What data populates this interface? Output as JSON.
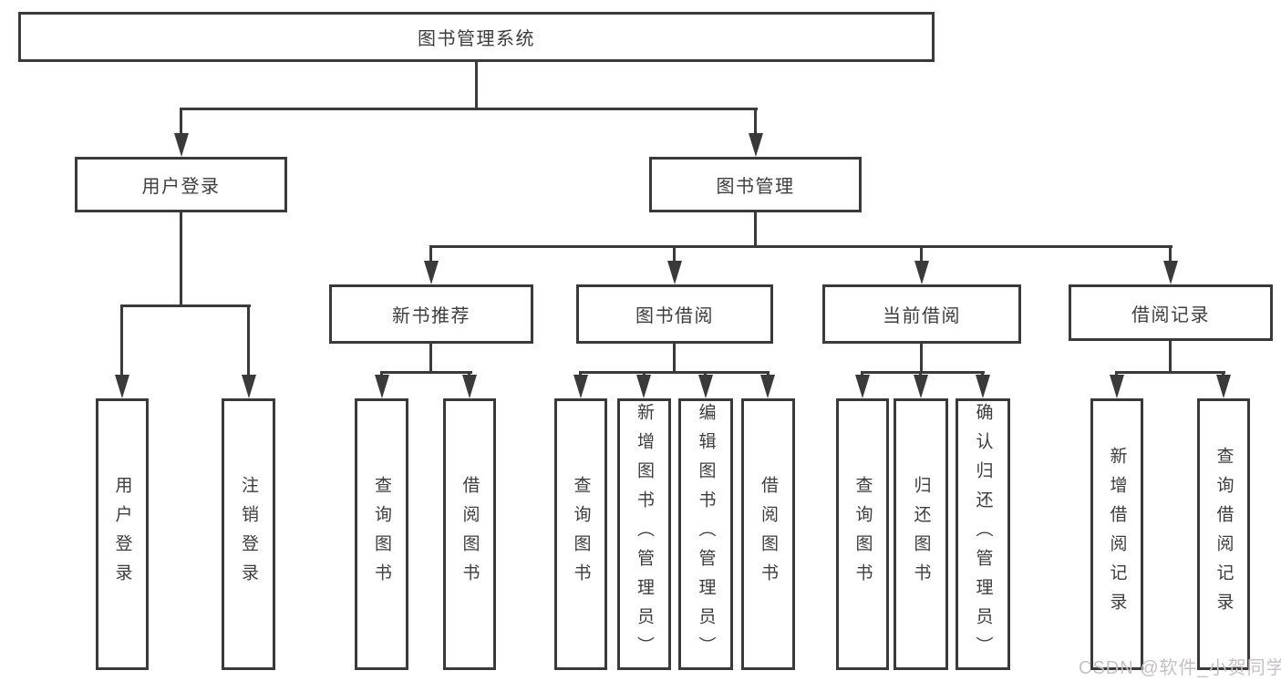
{
  "tree": {
    "root": "图书管理系统",
    "branches": [
      {
        "label": "用户登录",
        "children": [
          "用户登录",
          "注销登录"
        ]
      },
      {
        "label": "图书管理",
        "sections": [
          {
            "label": "新书推荐",
            "children": [
              "查询图书",
              "借阅图书"
            ]
          },
          {
            "label": "图书借阅",
            "children": [
              "查询图书",
              "新增图书（管理员）",
              "编辑图书（管理员）",
              "借阅图书"
            ]
          },
          {
            "label": "当前借阅",
            "children": [
              "查询图书",
              "归还图书",
              "确认归还（管理员）"
            ]
          },
          {
            "label": "借阅记录",
            "children": [
              "新增借阅记录",
              "查询借阅记录"
            ]
          }
        ]
      }
    ]
  },
  "watermark": "CSDN @软件_小贺同学",
  "colors": {
    "line": "#3a3a3a",
    "text": "#3d3d3d",
    "background": "#ffffff",
    "watermark": "#c5c0c3"
  }
}
